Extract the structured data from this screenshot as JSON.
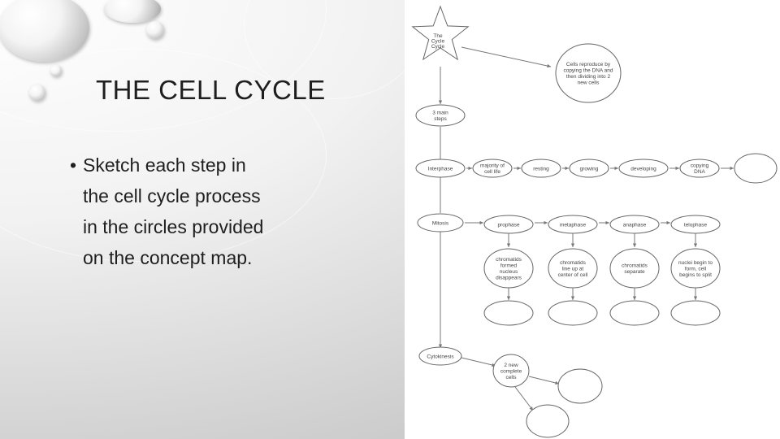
{
  "slide": {
    "title": "THE CELL CYCLE",
    "bullet_marker": "•",
    "bullet_lines": [
      "Sketch each step in",
      "the cell cycle process",
      "in the circles provided",
      "on the concept map."
    ]
  },
  "concept_map": {
    "start_lines": [
      "The",
      "Cycle",
      "Cycle"
    ],
    "definition_lines": [
      "Cells reproduce by",
      "copying the DNA and",
      "then dividing into 2",
      "new cells"
    ],
    "steps_lines": [
      "3 main",
      "steps"
    ],
    "interphase": {
      "label": "Interphase",
      "chain": [
        {
          "lines": [
            "majority of",
            "cell life"
          ]
        },
        {
          "lines": [
            "resting"
          ]
        },
        {
          "lines": [
            "growing"
          ]
        },
        {
          "lines": [
            "developing"
          ]
        },
        {
          "lines": [
            "copying",
            "DNA"
          ]
        },
        {
          "lines": []
        }
      ]
    },
    "mitosis": {
      "label": "Mitosis",
      "phases": [
        {
          "label": "prophase",
          "desc": [
            "chromatids",
            "formed",
            "nucleus",
            "disappears"
          ]
        },
        {
          "label": "metaphase",
          "desc": [
            "chromatids",
            "line up at",
            "center of cell"
          ]
        },
        {
          "label": "anaphase",
          "desc": [
            "chromatids",
            "separate"
          ]
        },
        {
          "label": "telophase",
          "desc": [
            "nuclei begin to",
            "form, cell",
            "begins to split"
          ]
        }
      ]
    },
    "cytokinesis": {
      "label": "Cytokinesis",
      "result_lines": [
        "2 new",
        "complete",
        "cells"
      ]
    }
  }
}
